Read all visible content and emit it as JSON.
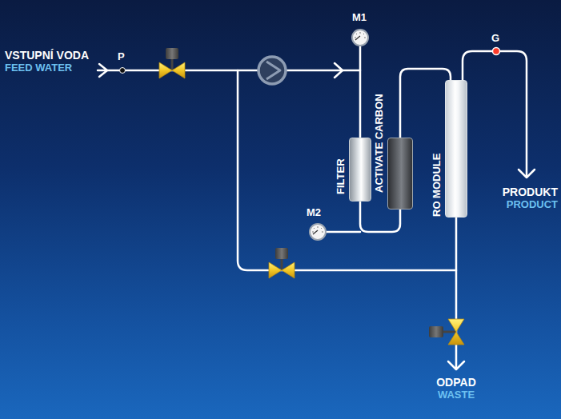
{
  "diagram": {
    "nodes": [
      {
        "text": [
          "FILTER"
        ]
      },
      {
        "text": [
          "ACTIVATE CARBON"
        ]
      },
      {
        "text": [
          "RO MODULE"
        ]
      }
    ],
    "edges": [
      {
        "from": 0,
        "to": 1,
        "arrow": "none"
      },
      {
        "from": 1,
        "to": 2,
        "arrow": "none"
      }
    ],
    "labels": [
      "VSTUPNÍ VODA",
      "FEED WATER",
      "P",
      "M1",
      "M2",
      "G",
      "PRODUKT",
      "PRODUCT",
      "ODPAD",
      "WASTE"
    ]
  }
}
